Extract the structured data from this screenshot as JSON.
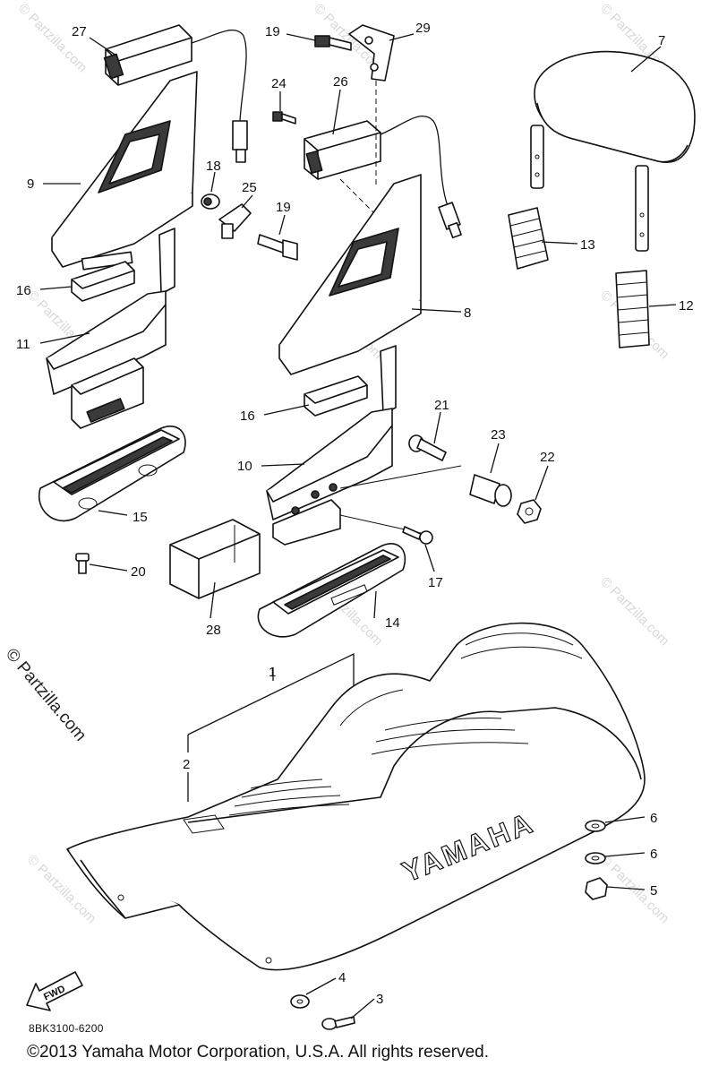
{
  "diagram": {
    "code": "8BK3100-6200",
    "copyright": "©2013 Yamaha Motor Corporation, U.S.A. All rights reserved.",
    "side_watermark": "© Partzilla.com",
    "bg_watermark": "© Partzilla.com",
    "seat_logo": "YAMAHA",
    "fwd_label": "FWD",
    "callouts": {
      "n1": "1",
      "n2": "2",
      "n3": "3",
      "n4": "4",
      "n5": "5",
      "n6a": "6",
      "n6b": "6",
      "n7": "7",
      "n8": "8",
      "n9": "9",
      "n10": "10",
      "n11": "11",
      "n12": "12",
      "n13": "13",
      "n14": "14",
      "n15": "15",
      "n16a": "16",
      "n16b": "16",
      "n17": "17",
      "n18": "18",
      "n19a": "19",
      "n19b": "19",
      "n20": "20",
      "n21": "21",
      "n22": "22",
      "n23": "23",
      "n24": "24",
      "n25": "25",
      "n26": "26",
      "n27": "27",
      "n28": "28",
      "n29": "29"
    }
  }
}
